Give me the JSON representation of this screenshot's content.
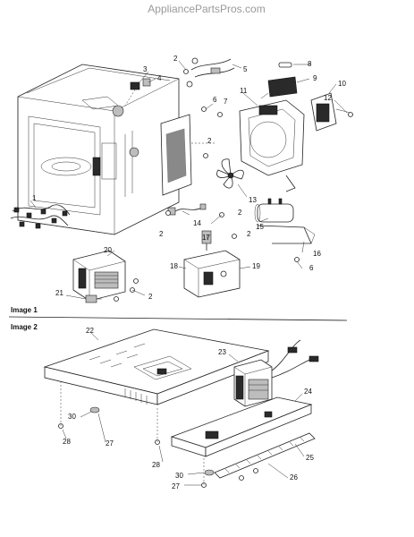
{
  "watermark": "AppliancePartsPros.com",
  "sections": {
    "image1": "Image 1",
    "image2": "Image 2"
  },
  "callouts": {
    "c1": "1",
    "c2a": "2",
    "c2b": "2",
    "c2c": "2",
    "c2d": "2",
    "c2e": "2",
    "c2f": "2",
    "c3": "3",
    "c4": "4",
    "c5": "5",
    "c6a": "6",
    "c6b": "6",
    "c7": "7",
    "c8": "8",
    "c9": "9",
    "c10": "10",
    "c11": "11",
    "c12": "12",
    "c13": "13",
    "c14": "14",
    "c15": "15",
    "c16": "16",
    "c17": "17",
    "c18": "18",
    "c19": "19",
    "c20": "20",
    "c21": "21",
    "c22": "22",
    "c23": "23",
    "c24": "24",
    "c25": "25",
    "c26": "26",
    "c27a": "27",
    "c27b": "27",
    "c28a": "28",
    "c28b": "28",
    "c30a": "30",
    "c30b": "30"
  },
  "colors": {
    "line": "#222222",
    "background": "#ffffff",
    "watermark": "#9a9a9a",
    "part_dark": "#2a2a2a"
  }
}
